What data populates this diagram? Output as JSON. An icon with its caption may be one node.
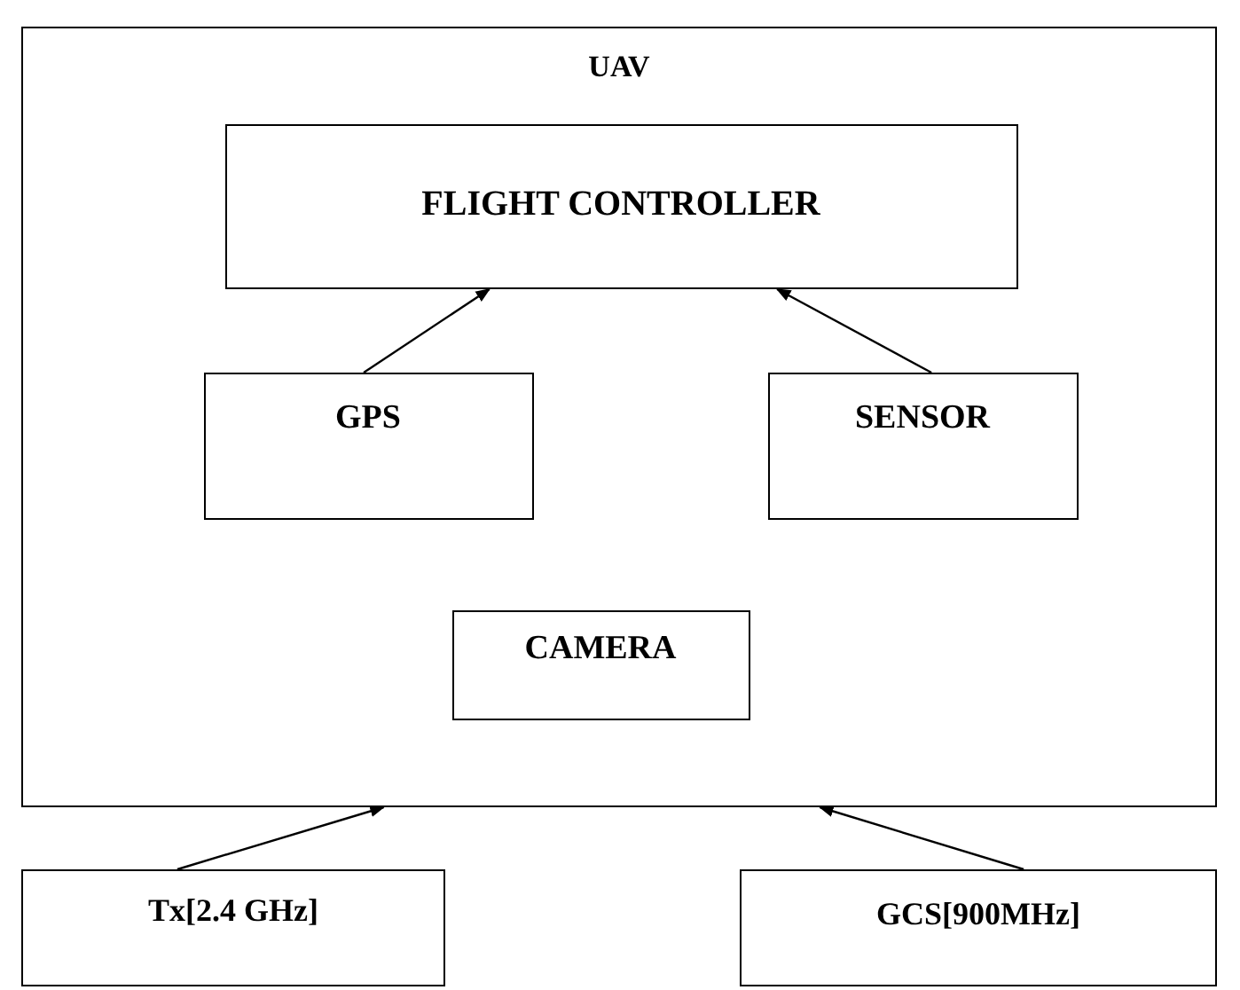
{
  "diagram": {
    "nodes": [
      {
        "text": [
          "UAV"
        ]
      },
      {
        "text": [
          "FLIGHT CONTROLLER"
        ],
        "in": 0
      },
      {
        "text": [
          "GPS"
        ],
        "in": 0
      },
      {
        "text": [
          "SENSOR"
        ],
        "in": 0
      },
      {
        "text": [
          "CAMERA"
        ],
        "in": 0
      },
      {
        "text": [
          "Tx[2.4 GHz]"
        ]
      },
      {
        "text": [
          "GCS[900MHz]"
        ]
      }
    ],
    "edges": [
      {
        "from": 2,
        "to": 1,
        "arrow": "to"
      },
      {
        "from": 3,
        "to": 1,
        "arrow": "to"
      },
      {
        "from": 5,
        "to": 0,
        "arrow": "to"
      },
      {
        "from": 6,
        "to": 0,
        "arrow": "to"
      }
    ]
  }
}
